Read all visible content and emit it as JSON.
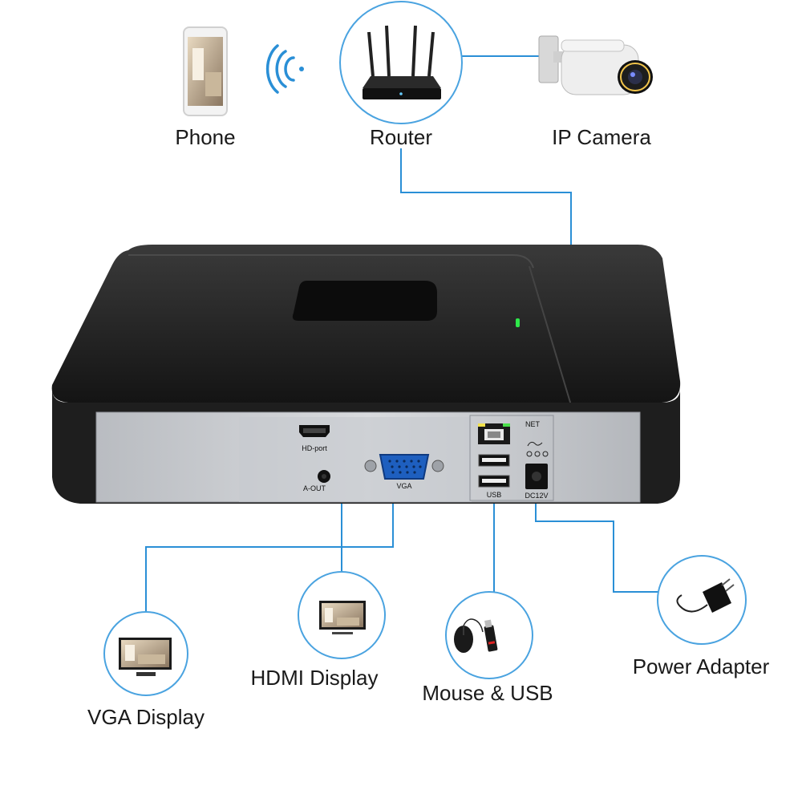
{
  "nodes": {
    "phone": "Phone",
    "router": "Router",
    "ip_camera": "IP Camera",
    "vga_display": "VGA  Display",
    "hdmi_display": "HDMI  Display",
    "mouse_usb": "Mouse & USB",
    "power_adapter": "Power Adapter"
  },
  "ports": {
    "hd_port": "HD-port",
    "a_out": "A-OUT",
    "vga": "VGA",
    "net": "NET",
    "usb": "USB",
    "dc": "DC12V"
  },
  "icons": [
    "wifi-icon",
    "router-icon",
    "bullet-camera-icon",
    "monitor-icon",
    "mouse-icon",
    "usb-stick-icon",
    "power-adapter-icon"
  ],
  "colors": {
    "connector_line": "#2a8fd6",
    "circle_border": "#4aa3e0",
    "nvr_body": "#1b1b1b",
    "status_led": "#2ee84a"
  }
}
